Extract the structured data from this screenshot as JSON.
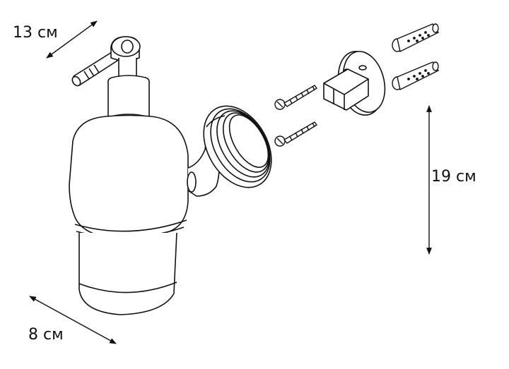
{
  "dimensions": {
    "width": "13 см",
    "height": "19 см",
    "depth": "8 см"
  },
  "colors": {
    "line": "#111111",
    "background": "#ffffff"
  },
  "parts": [
    "soap-dispenser",
    "wall-bracket",
    "screw",
    "screw",
    "mounting-plate",
    "wall-plug",
    "wall-plug"
  ]
}
